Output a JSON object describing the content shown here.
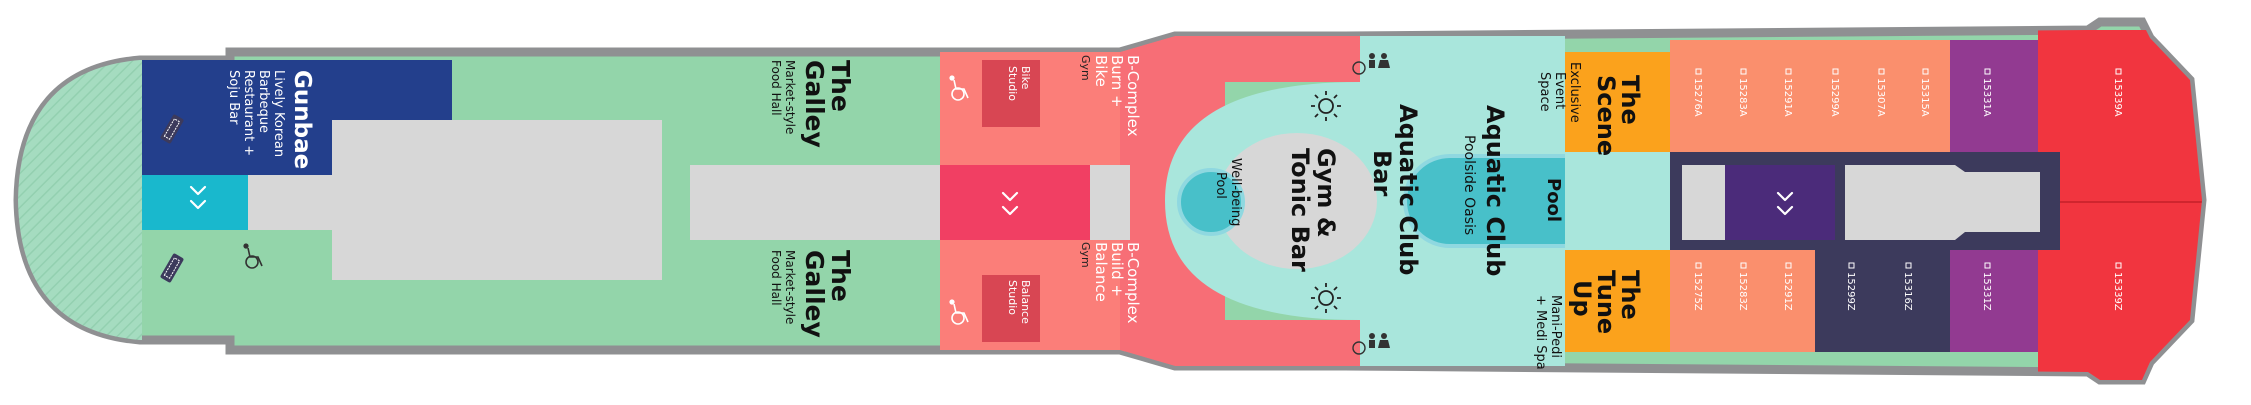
{
  "colors": {
    "hull": "#8f9092",
    "galley": "#93d5aa",
    "gunbae": "#233f8c",
    "aqua": "#a9e6dc",
    "pool": "#48c0c9",
    "salmon": "#fb7e79",
    "bcomplex": "#f76e76",
    "studio": "#d84653",
    "orange": "#fba21c",
    "cabin": "#fa8f6d",
    "navy": "#3c3a5c",
    "purple": "#923a91",
    "red": "#f1353f",
    "stair": "#f13f63",
    "grey": "#d7d7d7",
    "teal_stair": "#19b8cd"
  },
  "venues": {
    "gunbae": {
      "title": "Gunbae",
      "sub1": "Lively Korean",
      "sub2": "Barbeque",
      "sub3": "Restaurant +",
      "sub4": "Soju Bar"
    },
    "galley": {
      "title1": "The",
      "title2": "Galley",
      "sub1": "Market-style",
      "sub2": "Food Hall"
    },
    "bike_studio": {
      "l1": "Bike",
      "l2": "Studio"
    },
    "balance_studio": {
      "l1": "Balance",
      "l2": "Studio"
    },
    "burn_bike": {
      "l1": "B-Complex",
      "l2": "Burn +",
      "l3": "Bike",
      "l4": "Gym"
    },
    "build_balance": {
      "l1": "B-Complex",
      "l2": "Build +",
      "l3": "Balance",
      "l4": "Gym"
    },
    "wellbeing_pool": {
      "l1": "Well-being",
      "l2": "Pool"
    },
    "gym_tonic": {
      "l1": "Gym &",
      "l2": "Tonic Bar"
    },
    "aquatic_bar": {
      "l1": "Aquatic Club",
      "l2": "Bar"
    },
    "aquatic_club": {
      "l1": "Aquatic Club",
      "l2": "Poolside Oasis"
    },
    "pool": {
      "label": "Pool"
    },
    "the_scene": {
      "l1": "The",
      "l2": "Scene",
      "s1": "Exclusive",
      "s2": "Event",
      "s3": "Space"
    },
    "tune_up": {
      "l1": "The",
      "l2": "Tune",
      "l3": "Up",
      "s1": "Mani-Pedi",
      "s2": "+ Medi Spa"
    }
  },
  "cabins_top": [
    "15276A",
    "15283A",
    "15291A",
    "15299A",
    "15307A",
    "15315A",
    "15331A",
    "15339A"
  ],
  "cabins_bottom": [
    "15275Z",
    "15283Z",
    "15291Z",
    "15299Z",
    "15316Z",
    "15331Z",
    "15339Z"
  ],
  "icons": {
    "restroom": "restroom-icon",
    "accessible": "wheelchair-icon",
    "stairs": "stairs-icon",
    "elevator": "elevator-chevron-icon",
    "cabin": "cabin-square-icon",
    "sun": "sun-icon"
  }
}
